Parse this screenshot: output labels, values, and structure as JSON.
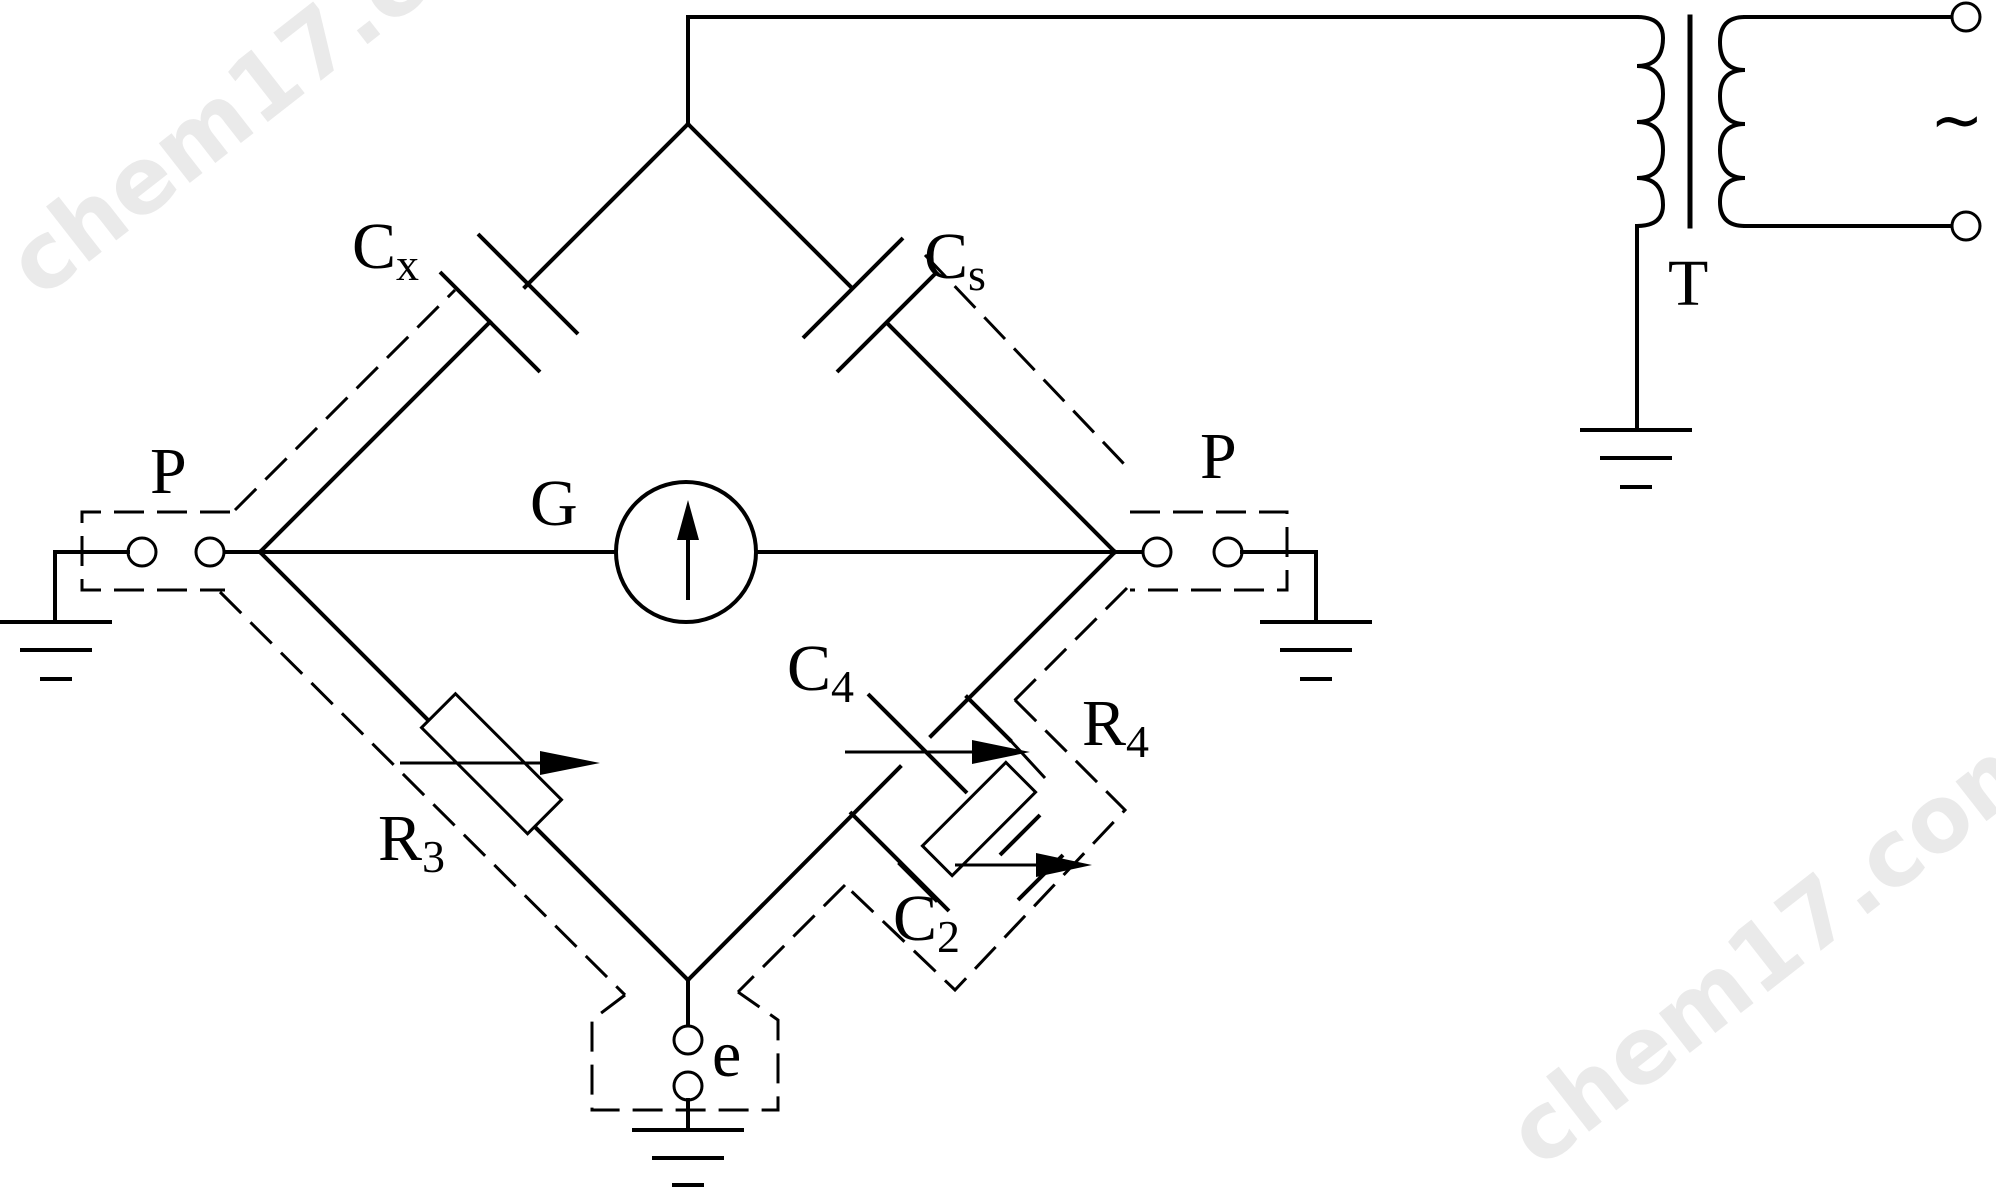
{
  "labels": {
    "cx": {
      "main": "C",
      "sub": "x"
    },
    "cs": {
      "main": "C",
      "sub": "s"
    },
    "c4": {
      "main": "C",
      "sub": "4"
    },
    "c2": {
      "main": "C",
      "sub": "2"
    },
    "r3": {
      "main": "R",
      "sub": "3"
    },
    "r4": {
      "main": "R",
      "sub": "4"
    },
    "p_left": "P",
    "p_right": "P",
    "galvanometer": "G",
    "transformer": "T",
    "terminal_e": "e",
    "ac_source": "~"
  },
  "watermark": "chem17.com",
  "colors": {
    "line": "#000000",
    "background": "#ffffff",
    "watermark": "#d9d9d9"
  }
}
